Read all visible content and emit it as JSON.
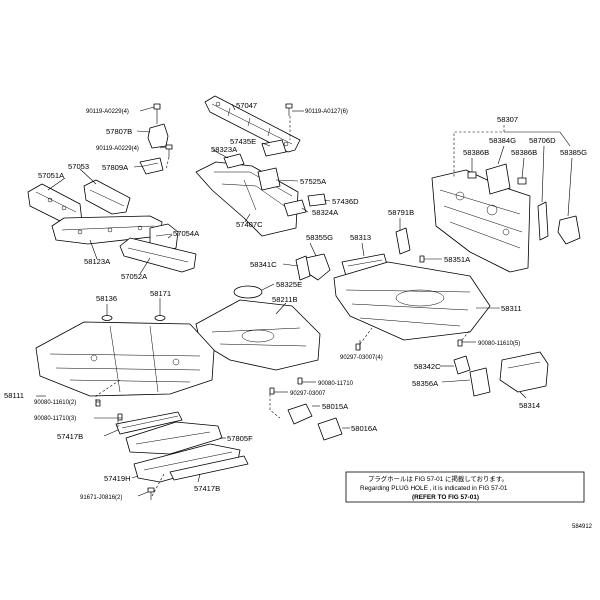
{
  "labels": {
    "p57047": "57047",
    "p90119_a0127": "90119-A0127(6)",
    "p90119_a0229_a": "90119-A0229(4)",
    "p57807b": "57807B",
    "p90119_a0229_b": "90119-A0229(4)",
    "p57809a": "57809A",
    "p57051a": "57051A",
    "p57053": "57053",
    "p57435e": "57435E",
    "p58323a": "58323A",
    "p57525a": "57525A",
    "p57436d": "57436D",
    "p58324a": "58324A",
    "p57407c": "57407C",
    "p57054a": "57054A",
    "p58123a": "58123A",
    "p57052a": "57052A",
    "p58307": "58307",
    "p58384g": "58384G",
    "p58706d": "58706D",
    "p58386b_a": "58386B",
    "p58386b_b": "58386B",
    "p58385g": "58385G",
    "p58791b": "58791B",
    "p58355g": "58355G",
    "p58313": "58313",
    "p58341c": "58341C",
    "p58351a": "58351A",
    "p58325e": "58325E",
    "p58136": "58136",
    "p58171": "58171",
    "p58211b": "58211B",
    "p58311": "58311",
    "p90297_03007_4": "90297-03007(4)",
    "p90080_11610_5": "90080-11610(5)",
    "p58111": "58111",
    "p90080_11710_a": "90080-11710",
    "p90297_03007": "90297-03007",
    "p58342c": "58342C",
    "p58356a": "58356A",
    "p58314": "58314",
    "p90080_11610_2": "90080-11610(2)",
    "p90080_11710_3": "90080-11710(3)",
    "p58015a": "58015A",
    "p58016a": "58016A",
    "p57417b_a": "57417B",
    "p57805f": "57805F",
    "p57419h": "57419H",
    "p91671_j0816": "91671-J0816(2)",
    "p57417b_b": "57417B"
  },
  "note": {
    "line1": "プラグホールは FIG 57-01 に掲載しております。",
    "line2": "Regarding PLUG HOLE , it is indicated in FIG 57-01",
    "line3": "(REFER TO FIG 57-01)"
  },
  "figure_id": "584912"
}
